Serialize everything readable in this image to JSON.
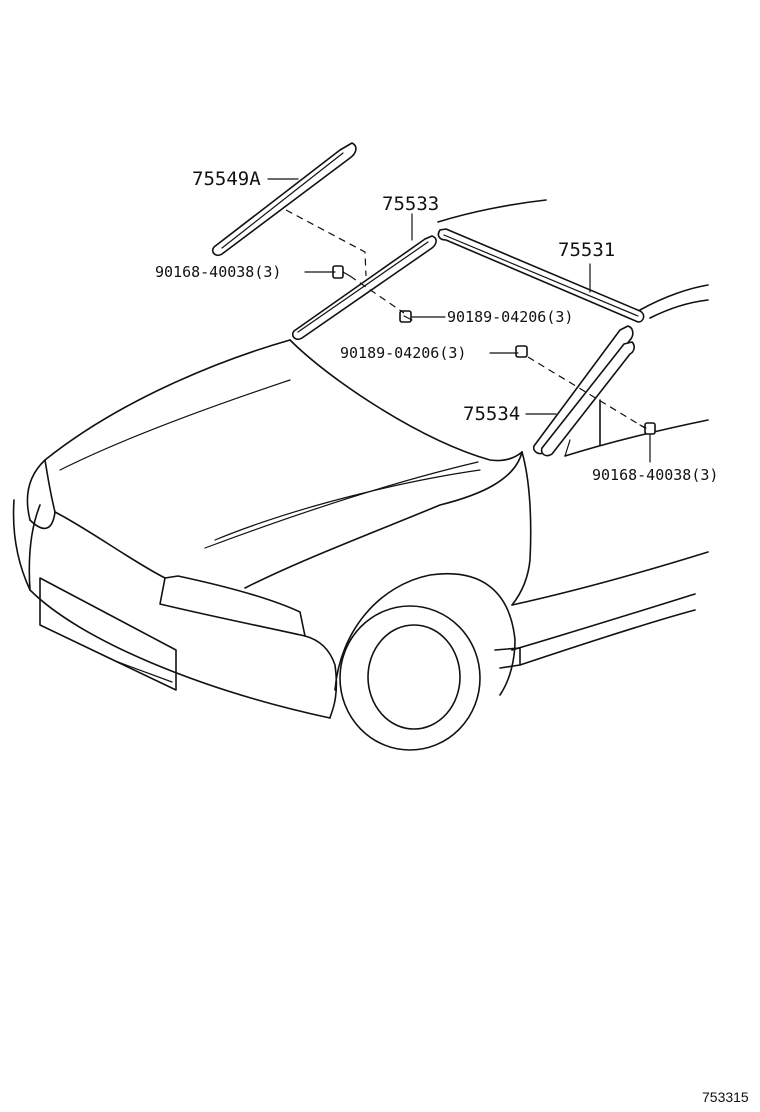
{
  "labels": {
    "p75549a": "75549A",
    "p75533": "75533",
    "p75531": "75531",
    "p75534": "75534",
    "c1": "90168-40038(3)",
    "c2": "90189-04206(3)",
    "c3": "90189-04206(3)",
    "c4": "90168-40038(3)"
  },
  "figure_id": "753315"
}
